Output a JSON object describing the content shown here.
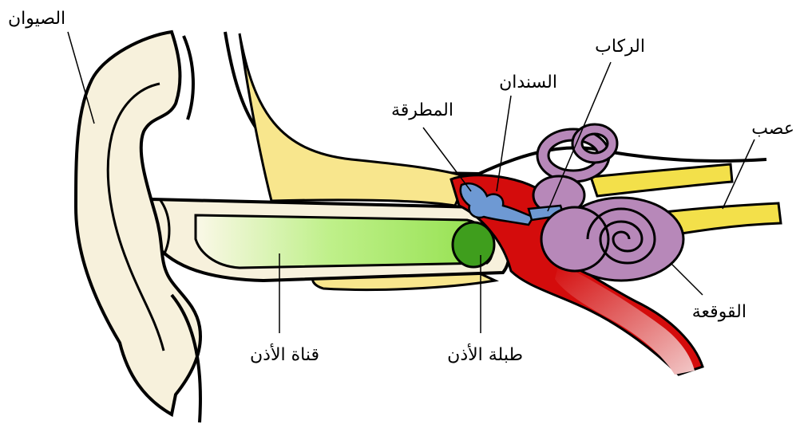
{
  "colors": {
    "outline": "#000000",
    "skin": "#f7f1dc",
    "bone": "#f8e68d",
    "canal": "#9be45a",
    "eardrum": "#3f9e1d",
    "middle_ear": "#d40c0c",
    "ossicles": "#6e99d3",
    "inner_ear": "#b788b9",
    "nerve": "#f3e04a"
  },
  "labels": {
    "pinna": "الصيوان",
    "ear_canal": "قناة الأذن",
    "eardrum": "طبلة الأذن",
    "hammer": "المطرقة",
    "anvil": "السندان",
    "stirrup": "الركاب",
    "nerve": "عصب",
    "cochlea": "القوقعة"
  }
}
